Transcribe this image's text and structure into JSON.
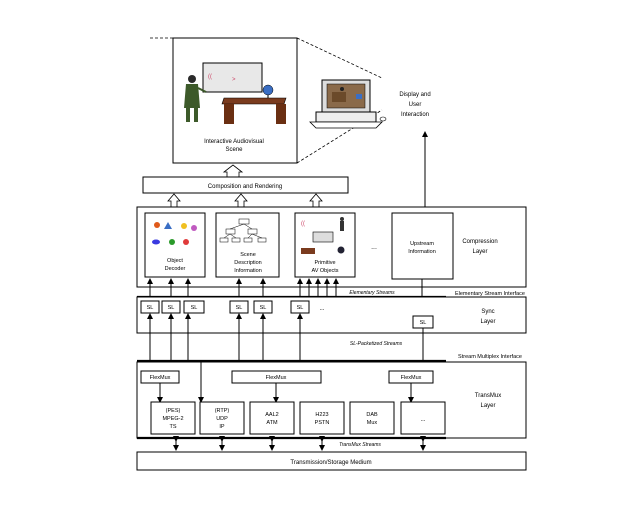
{
  "scene": {
    "caption": [
      "Interactive Audiovisual",
      "Scene"
    ]
  },
  "display": {
    "label": [
      "Display and",
      "User",
      "Interaction"
    ]
  },
  "composition": {
    "label": "Composition and Rendering"
  },
  "compression": {
    "layer_label": [
      "Compression",
      "Layer"
    ],
    "object_decoder": [
      "Object",
      "Decoder"
    ],
    "scene_description": [
      "Scene",
      "Description",
      "Information"
    ],
    "primitive_av": [
      "Primitive",
      "AV Objects"
    ],
    "ellipsis": "...",
    "upstream": [
      "Upstream",
      "Information"
    ]
  },
  "elementary": {
    "streams": "Elementary Streams",
    "interface": "Elementary Stream Interface"
  },
  "sync": {
    "layer_label": [
      "Sync",
      "Layer"
    ],
    "sl": "SL",
    "ellipsis": "..."
  },
  "sl_packetized": {
    "streams": "SL-Packetized Streams"
  },
  "stream_mux": {
    "interface": "Stream Multiplex Interface"
  },
  "transmux": {
    "layer_label": [
      "TransMux",
      "Layer"
    ],
    "flexmux": "FlexMux",
    "boxes": [
      [
        "(PES)",
        "MPEG-2",
        "TS"
      ],
      [
        "(RTP)",
        "UDP",
        "IP"
      ],
      [
        "AAL2",
        "ATM"
      ],
      [
        "H223",
        "PSTN"
      ],
      [
        "DAB",
        "Mux"
      ],
      [
        "..."
      ]
    ],
    "streams": "TransMux Streams"
  },
  "medium": {
    "label": "Transmission/Storage Medium"
  }
}
